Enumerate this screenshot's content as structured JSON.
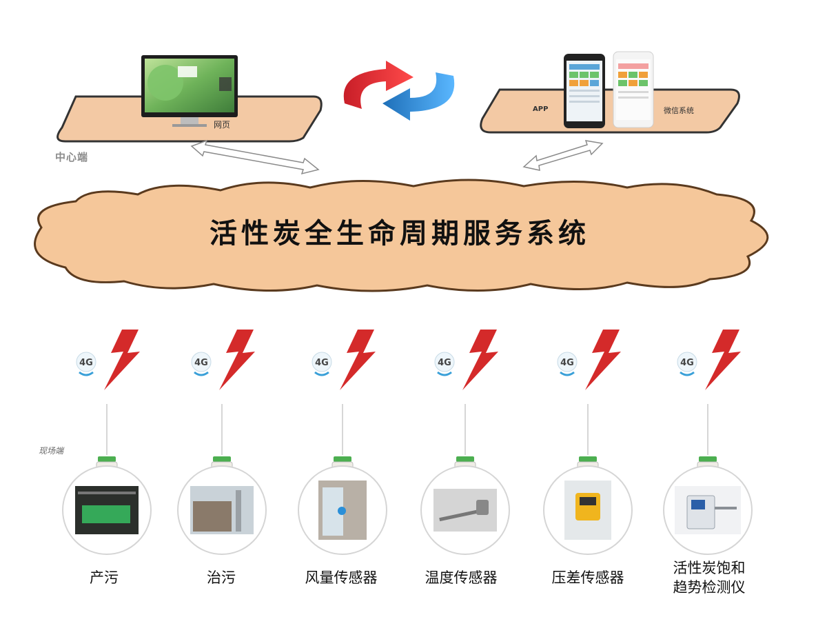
{
  "system_title": "活性炭全生命周期服务系统",
  "center_side_label": "中心端",
  "field_side_label": "现场端",
  "web_label": "网页",
  "app_label": "APP",
  "wechat_label": "微信系统",
  "signal_label": "4G",
  "colors": {
    "cloud_fill": "#f5c79a",
    "cloud_stroke": "#5a3a1e",
    "lightning": "#d42a2a",
    "sync_arrow_red": "#e8313a",
    "sync_arrow_blue": "#2e8fd6",
    "sensor_box": "#4caf50"
  },
  "devices": [
    {
      "name": "产污",
      "image": "factory-green-light-photo"
    },
    {
      "name": "治污",
      "image": "treatment-building-photo"
    },
    {
      "name": "风量传感器",
      "image": "airflow-sensor-photo"
    },
    {
      "name": "温度传感器",
      "image": "temperature-probe-photo"
    },
    {
      "name": "压差传感器",
      "image": "pressure-sensor-photo"
    },
    {
      "name": "活性炭饱和趋势检测仪",
      "name_line1": "活性炭饱和",
      "name_line2": "趋势检测仪",
      "image": "saturation-detector-photo"
    }
  ]
}
